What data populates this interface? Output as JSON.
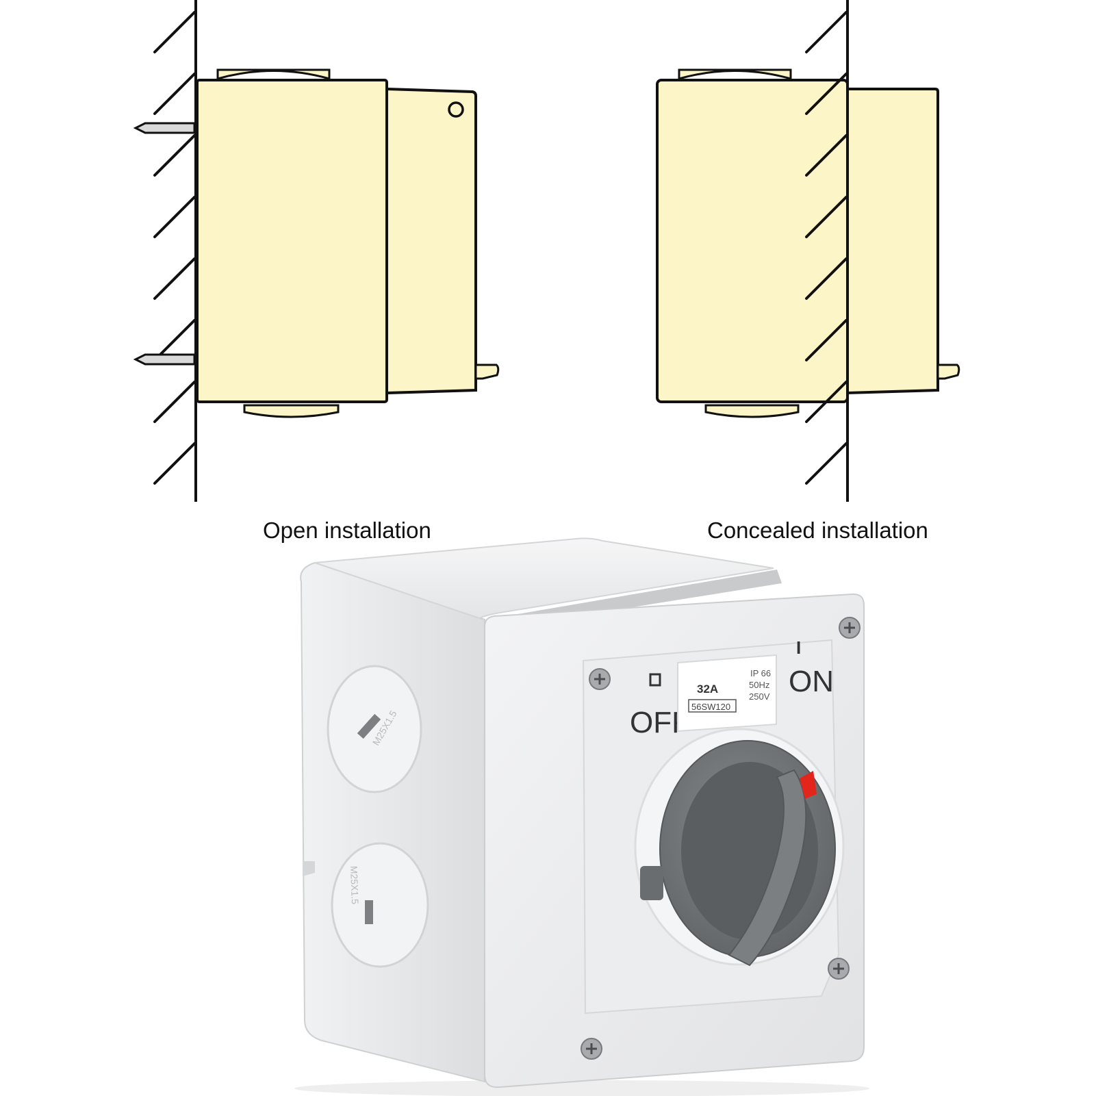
{
  "diagrams": [
    {
      "caption": "Open installation"
    },
    {
      "caption": "Concealed installation"
    }
  ],
  "switch": {
    "rating": "32A",
    "model": "56SW120",
    "specs": [
      "IP 66",
      "50Hz",
      "250V"
    ],
    "off_label": "OFF",
    "on_label": "ON",
    "on_symbol": "I",
    "plug_marking_top": "M25X1.5",
    "plug_marking_bottom": "M25X1.5"
  },
  "colors": {
    "box_fill": "#fbf5c7",
    "line": "#111111",
    "enclosure": "#e8e9ea",
    "knob": "#6f7275",
    "indicator": "#e2261c"
  },
  "icons": [
    "wall-hatch-icon",
    "screw-icon",
    "rotary-knob-icon",
    "red-indicator-icon"
  ]
}
